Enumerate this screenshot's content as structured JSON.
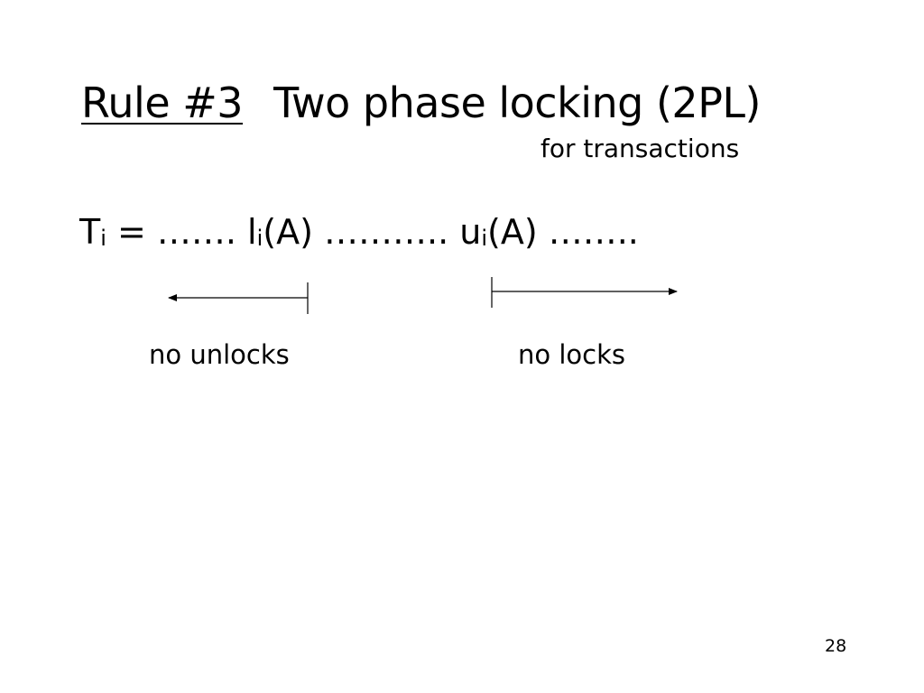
{
  "slide": {
    "title": {
      "rule": "Rule #3",
      "text": "Two phase locking (2PL)"
    },
    "subtitle": "for transactions",
    "formula": {
      "t": "T",
      "t_sub": "i",
      "seg1": " = ……. l",
      "l_sub": "i",
      "seg2": "(A) ……….. u",
      "u_sub": "i",
      "seg3": "(A) …….."
    },
    "labels": {
      "left": "no unlocks",
      "right": "no locks"
    },
    "page_number": "28"
  }
}
